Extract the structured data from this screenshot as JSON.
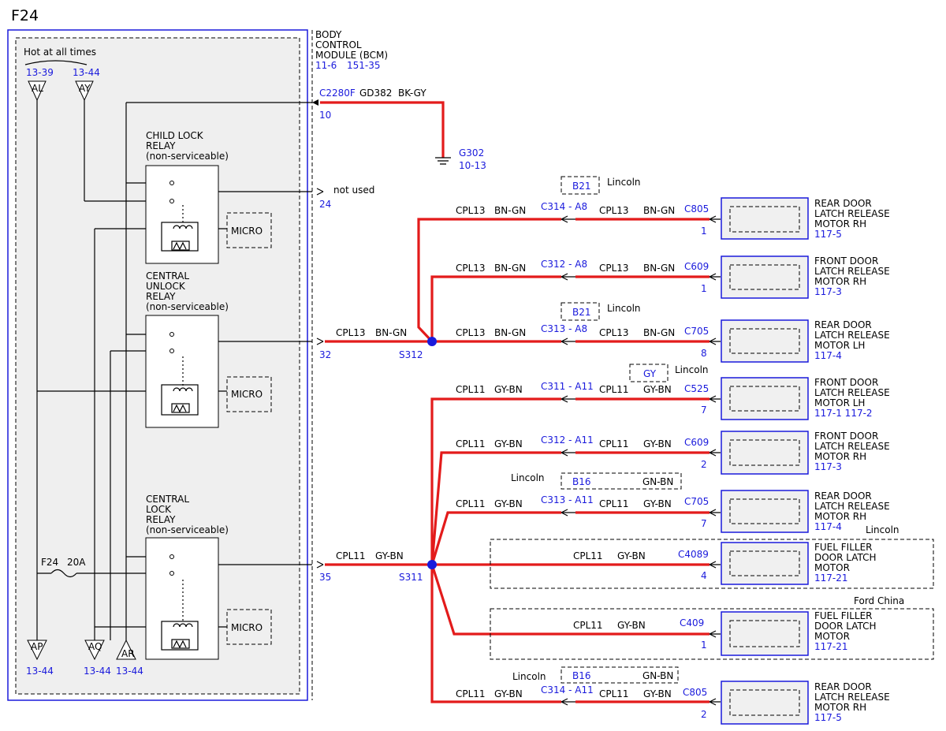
{
  "page_title": "F24",
  "bcm": {
    "lines": [
      "BODY",
      "CONTROL",
      "MODULE (BCM)"
    ],
    "ref1": "11-6",
    "ref2": "151-35"
  },
  "hot_label": "Hot at all times",
  "top_sources": [
    {
      "letter": "AL",
      "ref": "13-39"
    },
    {
      "letter": "AY",
      "ref": "13-44"
    }
  ],
  "bottom_grounds": [
    {
      "letter": "AP",
      "ref": "13-44"
    },
    {
      "letter": "AQ",
      "ref": "13-44"
    },
    {
      "letter": "AR",
      "ref": "13-44"
    }
  ],
  "relays": [
    {
      "lines": [
        "CHILD LOCK",
        "RELAY",
        "(non-serviceable)"
      ],
      "micro": "MICRO"
    },
    {
      "lines": [
        "CENTRAL",
        "UNLOCK",
        "RELAY",
        "(non-serviceable)"
      ],
      "micro": "MICRO"
    },
    {
      "lines": [
        "CENTRAL",
        "LOCK",
        "RELAY",
        "(non-serviceable)"
      ],
      "micro": "MICRO"
    }
  ],
  "fuse": {
    "name": "F24",
    "rating": "20A"
  },
  "ground_circuit": {
    "connector": "C2280F",
    "pin": "10",
    "circuit": "GD382",
    "color": "BK-GY",
    "ground": "G302",
    "ground_ref": "10-13"
  },
  "not_used": {
    "label": "not used",
    "pin": "24"
  },
  "bcm_outputs": [
    {
      "pin": "32",
      "circuit": "CPL13",
      "color": "BN-GN",
      "splice": "S312"
    },
    {
      "pin": "35",
      "circuit": "CPL11",
      "color": "GY-BN",
      "splice": "S311"
    }
  ],
  "option_tags": [
    {
      "code": "B21",
      "label": "Lincoln"
    },
    {
      "code": "B21",
      "label": "Lincoln"
    },
    {
      "code": "GY",
      "label": "Lincoln"
    },
    {
      "code": "B16",
      "color": "GN-BN",
      "label": "Lincoln"
    },
    {
      "code": "B16",
      "color": "GN-BN",
      "label": "Lincoln"
    }
  ],
  "region_labels": [
    "Lincoln",
    "Ford China"
  ],
  "branches": [
    {
      "lc": "CPL13",
      "lcol": "BN-GN",
      "inline": "C314 - A8",
      "rc": "CPL13",
      "rcol": "BN-GN",
      "conn": "C805",
      "pin": "1",
      "comp": [
        "REAR DOOR",
        "LATCH RELEASE",
        "MOTOR RH"
      ],
      "ref": "117-5"
    },
    {
      "lc": "CPL13",
      "lcol": "BN-GN",
      "inline": "C312 - A8",
      "rc": "CPL13",
      "rcol": "BN-GN",
      "conn": "C609",
      "pin": "1",
      "comp": [
        "FRONT DOOR",
        "LATCH RELEASE",
        "MOTOR RH"
      ],
      "ref": "117-3"
    },
    {
      "lc": "CPL13",
      "lcol": "BN-GN",
      "inline": "C313 - A8",
      "rc": "CPL13",
      "rcol": "BN-GN",
      "conn": "C705",
      "pin": "8",
      "comp": [
        "REAR DOOR",
        "LATCH RELEASE",
        "MOTOR LH"
      ],
      "ref": "117-4"
    },
    {
      "lc": "CPL11",
      "lcol": "GY-BN",
      "inline": "C311 - A11",
      "rc": "CPL11",
      "rcol": "GY-BN",
      "conn": "C525",
      "pin": "7",
      "comp": [
        "FRONT DOOR",
        "LATCH RELEASE",
        "MOTOR LH"
      ],
      "ref": "117-1 117-2"
    },
    {
      "lc": "CPL11",
      "lcol": "GY-BN",
      "inline": "C312 - A11",
      "rc": "CPL11",
      "rcol": "GY-BN",
      "conn": "C609",
      "pin": "2",
      "comp": [
        "FRONT DOOR",
        "LATCH RELEASE",
        "MOTOR RH"
      ],
      "ref": "117-3"
    },
    {
      "lc": "CPL11",
      "lcol": "GY-BN",
      "inline": "C313 - A11",
      "rc": "CPL11",
      "rcol": "GY-BN",
      "conn": "C705",
      "pin": "7",
      "comp": [
        "REAR DOOR",
        "LATCH RELEASE",
        "MOTOR RH"
      ],
      "ref": "117-4"
    },
    {
      "lc": "",
      "lcol": "",
      "inline": "",
      "rc": "CPL11",
      "rcol": "GY-BN",
      "conn": "C4089",
      "pin": "4",
      "comp": [
        "FUEL FILLER",
        "DOOR LATCH",
        "MOTOR"
      ],
      "ref": "117-21"
    },
    {
      "lc": "",
      "lcol": "",
      "inline": "",
      "rc": "CPL11",
      "rcol": "GY-BN",
      "conn": "C409",
      "pin": "1",
      "comp": [
        "FUEL FILLER",
        "DOOR LATCH",
        "MOTOR"
      ],
      "ref": "117-21"
    },
    {
      "lc": "CPL11",
      "lcol": "GY-BN",
      "inline": "C314 - A11",
      "rc": "CPL11",
      "rcol": "GY-BN",
      "conn": "C805",
      "pin": "2",
      "comp": [
        "REAR DOOR",
        "LATCH RELEASE",
        "MOTOR RH"
      ],
      "ref": "117-5"
    }
  ]
}
